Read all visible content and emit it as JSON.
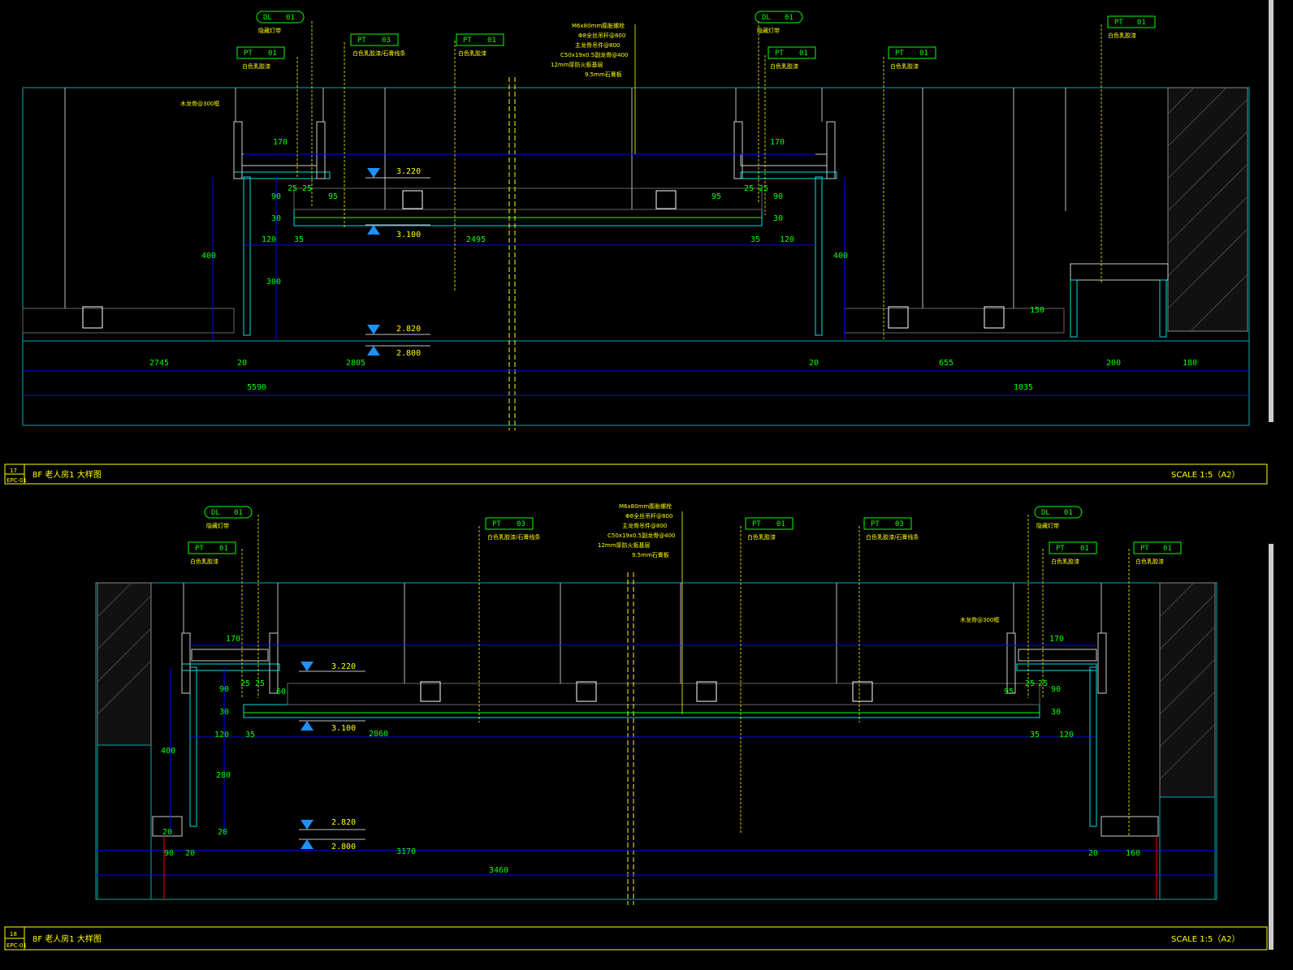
{
  "colors": {
    "background": "#000000",
    "frame": "#ffff00",
    "dimension": "#0000ff",
    "text": "#00ff00",
    "note": "#ffff00",
    "outline": "#00cccc",
    "marker": "#1e90ff"
  },
  "sheets": [
    {
      "title": "8F 老人房1  大样图",
      "scale": "SCALE 1:5（A2）",
      "sheet_no": "17",
      "sheet_code": "EPC-01",
      "levels": [
        "3.220",
        "3.100",
        "2.820",
        "2.800"
      ],
      "dims": [
        "170",
        "25",
        "25",
        "90",
        "95",
        "30",
        "120",
        "35",
        "2495",
        "35",
        "120",
        "170",
        "25",
        "25",
        "90",
        "95",
        "30",
        "400",
        "300",
        "400",
        "150",
        "2745",
        "20",
        "2805",
        "20",
        "655",
        "200",
        "180",
        "5590",
        "1035"
      ],
      "tags": [
        {
          "code": "DL",
          "num": "01",
          "desc": "隐藏灯带"
        },
        {
          "code": "PT",
          "num": "01",
          "desc": "白色乳胶漆"
        },
        {
          "code": "PT",
          "num": "03",
          "desc": "白色乳胶漆/石膏线条"
        },
        {
          "code": "PT",
          "num": "01",
          "desc": "白色乳胶漆"
        },
        {
          "code": "DL",
          "num": "01",
          "desc": "隐藏灯带"
        },
        {
          "code": "PT",
          "num": "01",
          "desc": "白色乳胶漆"
        },
        {
          "code": "PT",
          "num": "01",
          "desc": "白色乳胶漆"
        },
        {
          "code": "PT",
          "num": "01",
          "desc": "白色乳胶漆"
        }
      ],
      "spec_notes": [
        "M6x80mm膨胀螺栓",
        "Φ8全丝吊杆@800",
        "主龙骨吊件@800",
        "C50x19x0.5副龙骨@400",
        "12mm厚防火板基层",
        "9.5mm石膏板"
      ],
      "side_note": "木龙骨@300框"
    },
    {
      "title": "8F 老人房1  大样图",
      "scale": "SCALE 1:5（A2）",
      "sheet_no": "18",
      "sheet_code": "EPC-01",
      "levels": [
        "3.220",
        "3.100",
        "2.820",
        "2.800"
      ],
      "dims": [
        "170",
        "90",
        "25",
        "25",
        "30",
        "60",
        "120",
        "35",
        "2860",
        "35",
        "120",
        "170",
        "95",
        "25",
        "25",
        "90",
        "30",
        "400",
        "280",
        "20",
        "20",
        "90",
        "20",
        "3170",
        "20",
        "160",
        "3460"
      ],
      "tags": [
        {
          "code": "DL",
          "num": "01",
          "desc": "隐藏灯带"
        },
        {
          "code": "PT",
          "num": "01",
          "desc": "白色乳胶漆"
        },
        {
          "code": "PT",
          "num": "03",
          "desc": "白色乳胶漆/石膏线条"
        },
        {
          "code": "PT",
          "num": "01",
          "desc": "白色乳胶漆"
        },
        {
          "code": "PT",
          "num": "03",
          "desc": "白色乳胶漆/石膏线条"
        },
        {
          "code": "DL",
          "num": "01",
          "desc": "隐藏灯带"
        },
        {
          "code": "PT",
          "num": "01",
          "desc": "白色乳胶漆"
        },
        {
          "code": "PT",
          "num": "01",
          "desc": "白色乳胶漆"
        }
      ],
      "spec_notes": [
        "M6x80mm膨胀螺栓",
        "Φ8全丝吊杆@800",
        "主龙骨吊件@800",
        "C50x19x0.5副龙骨@400",
        "12mm厚防火板基层",
        "9.5mm石膏板"
      ],
      "side_note": "木龙骨@300框"
    }
  ]
}
